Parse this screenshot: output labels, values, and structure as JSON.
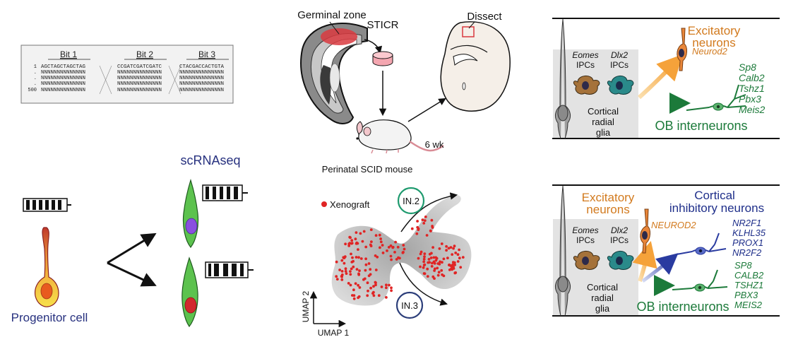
{
  "barcode_table": {
    "bit_headers": [
      "Bit 1",
      "Bit 2",
      "Bit 3"
    ],
    "row_indices": [
      "1",
      ".",
      ".",
      ".",
      "500"
    ],
    "first_row": [
      "AGCTAGCTAGCTAG",
      "CCGATCGATCGATC",
      "CTACGACCACTGTA"
    ],
    "placeholder_row": "NNNNNNNNNNNNNN"
  },
  "lineage": {
    "progenitor_label": "Progenitor cell",
    "scrnaseq_label": "scRNAseq",
    "colors": {
      "daughter_cell": "#5cc24e",
      "nucleus_top": "#8a4fe0",
      "nucleus_bottom": "#d2282e",
      "label_blue": "#27317f"
    }
  },
  "graft": {
    "germinal_zone": "Germinal zone",
    "sticr": "STICR",
    "dissect": "Dissect",
    "age": "6 wk",
    "mouse_label": "Perinatal SCID mouse"
  },
  "umap": {
    "legend_label": "Xenograft",
    "cluster_a": "IN.2",
    "cluster_b": "IN.3",
    "x_axis": "UMAP 1",
    "y_axis": "UMAP 2",
    "colors": {
      "xenograft": "#e02424",
      "in2_ring": "#1e9a6e",
      "in3_ring": "#2c3e7a"
    }
  },
  "mouse_panel": {
    "excitatory_title_1": "Excitatory",
    "excitatory_title_2": "neurons",
    "eomes": "Eomes",
    "dlx2": "Dlx2",
    "ipcs": "IPCs",
    "neurod2": "Neurod2",
    "radial_glia_1": "Cortical",
    "radial_glia_2": "radial",
    "radial_glia_3": "glia",
    "markers": [
      "Sp8",
      "Calb2",
      "Tshz1",
      "Pbx3",
      "Meis2"
    ],
    "ob_label": "OB interneurons",
    "colors": {
      "orange": "#d27a1e",
      "green": "#1c7a3a"
    }
  },
  "human_panel": {
    "excitatory_title_1": "Excitatory",
    "excitatory_title_2": "neurons",
    "cortical_title_1": "Cortical",
    "cortical_title_2": "inhibitory neurons",
    "eomes": "Eomes",
    "dlx2": "Dlx2",
    "ipcs": "IPCs",
    "neurod2": "NEUROD2",
    "radial_glia_1": "Cortical",
    "radial_glia_2": "radial",
    "radial_glia_3": "glia",
    "cortical_markers": [
      "NR2F1",
      "KLHL35",
      "PROX1",
      "NR2F2"
    ],
    "ob_markers": [
      "SP8",
      "CALB2",
      "TSHZ1",
      "PBX3",
      "MEIS2"
    ],
    "ob_label": "OB interneurons",
    "colors": {
      "orange": "#d27a1e",
      "green": "#1c7a3a",
      "navy": "#1f2f8a"
    }
  }
}
